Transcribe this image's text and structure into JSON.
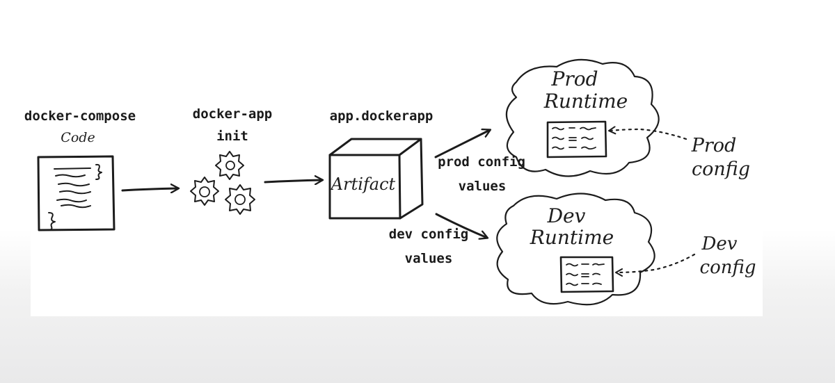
{
  "labels": {
    "compose_title": "docker-compose",
    "compose_sub": "Code",
    "app_title": "docker-app",
    "app_sub": "init",
    "dockerapp_title": "app.dockerapp",
    "artifact": "Artifact",
    "prod_values_line1": "prod config",
    "prod_values_line2": "values",
    "dev_values_line1": "dev config",
    "dev_values_line2": "values",
    "prod_runtime_line1": "Prod",
    "prod_runtime_line2": "Runtime",
    "dev_runtime_line1": "Dev",
    "dev_runtime_line2": "Runtime",
    "prod_config_line1": "Prod",
    "prod_config_line2": "config",
    "dev_config_line1": "Dev",
    "dev_config_line2": "config"
  },
  "icons": {
    "code_document": "document-icon",
    "init_gears": "gears-icon",
    "artifact_box": "box-icon",
    "runtime_cloud": "cloud-icon",
    "config_table": "table-icon"
  },
  "colors": {
    "ink": "#1c1c1c",
    "backdrop_bottom": "#e9e9ea"
  }
}
